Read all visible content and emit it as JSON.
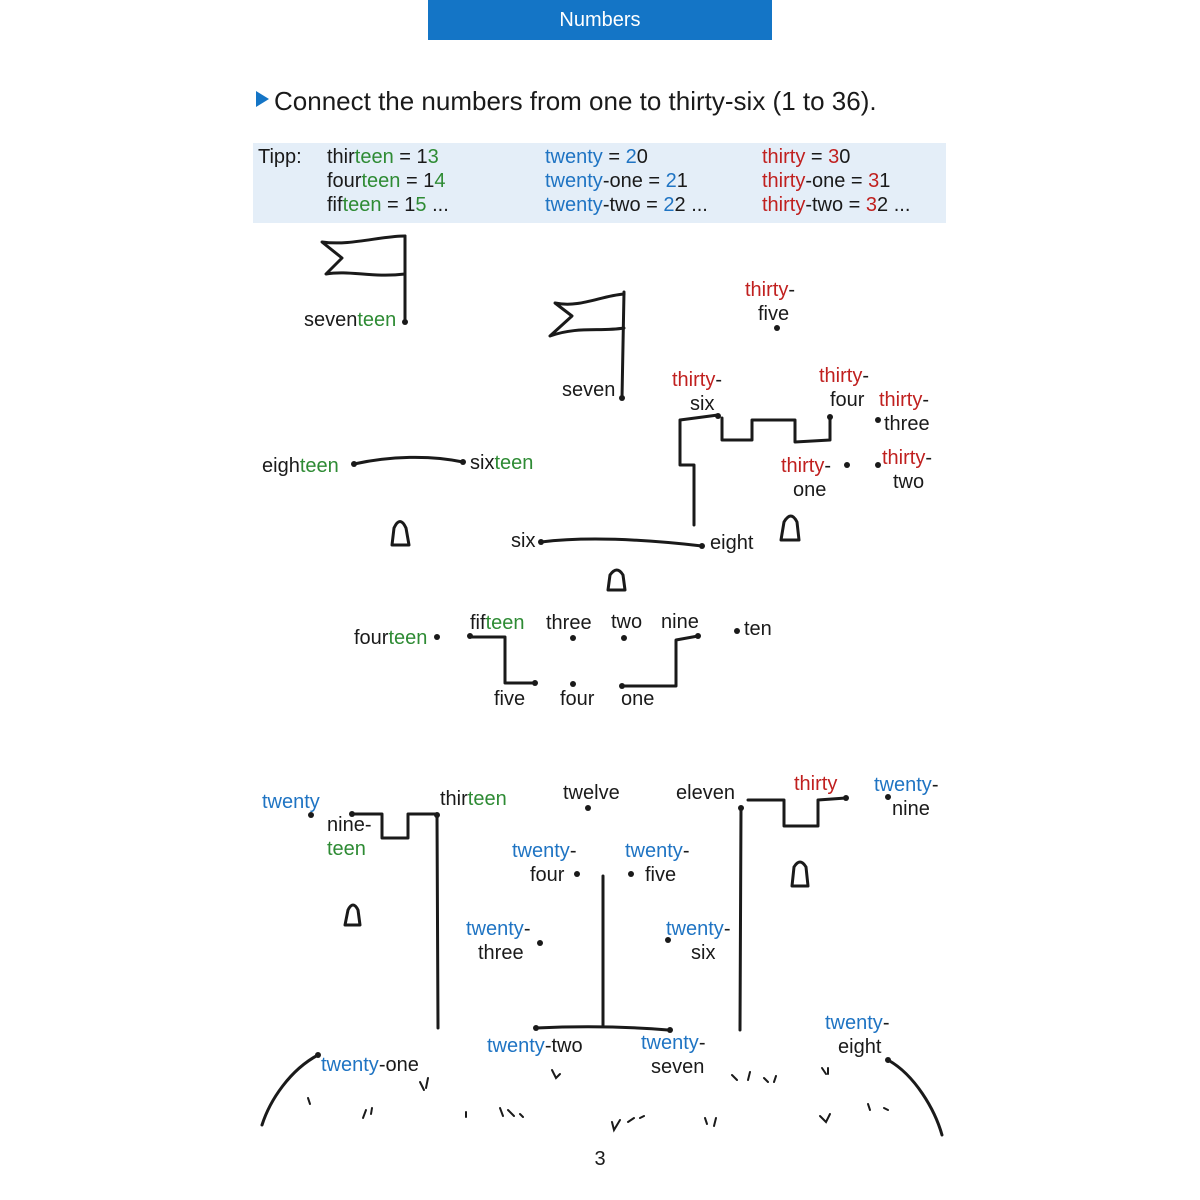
{
  "header": {
    "title": "Numbers"
  },
  "instruction": {
    "text": "Connect the numbers from one to thirty-six (1 to 36)."
  },
  "tip": {
    "label": "Tipp:",
    "col1": [
      {
        "stem": "thir",
        "suffix": "teen",
        "rest": " = 1",
        "digit": "3",
        "tail": ""
      },
      {
        "stem": "four",
        "suffix": "teen",
        "rest": " = 1",
        "digit": "4",
        "tail": ""
      },
      {
        "stem": "fif",
        "suffix": "teen",
        "rest": " = 1",
        "digit": "5",
        "tail": " ..."
      }
    ],
    "col2": [
      {
        "prefix": "twenty",
        "rest": " = ",
        "digit": "2",
        "tail": "0"
      },
      {
        "prefix": "twenty",
        "rest": "-one = ",
        "digit": "2",
        "tail": "1"
      },
      {
        "prefix": "twenty",
        "rest": "-two = ",
        "digit": "2",
        "tail": "2 ..."
      }
    ],
    "col3": [
      {
        "prefix": "thirty",
        "rest": " = ",
        "digit": "3",
        "tail": "0"
      },
      {
        "prefix": "thirty",
        "rest": "-one = ",
        "digit": "3",
        "tail": "1"
      },
      {
        "prefix": "thirty",
        "rest": "-two = ",
        "digit": "3",
        "tail": "2 ..."
      }
    ]
  },
  "words": {
    "teen": "teen",
    "twenty": "twenty",
    "thirty": "thirty",
    "seven": "seven",
    "sixteen_stem": "six",
    "eighteen_stem": "eigh",
    "seventeen_stem": "seven",
    "six": "six",
    "eight": "eight",
    "fourteen_stem": "four",
    "fifteen_stem": "fif",
    "three": "three",
    "two": "two",
    "nine": "nine",
    "ten": "ten",
    "five": "five",
    "four": "four",
    "one": "one",
    "thirteen_stem": "thir",
    "twelve": "twelve",
    "eleven": "eleven",
    "nine_dash": "nine-",
    "dash": "-",
    "dash_one": "-one",
    "dash_two": "-two",
    "dash_twenty": "-"
  },
  "page": {
    "number": "3"
  }
}
